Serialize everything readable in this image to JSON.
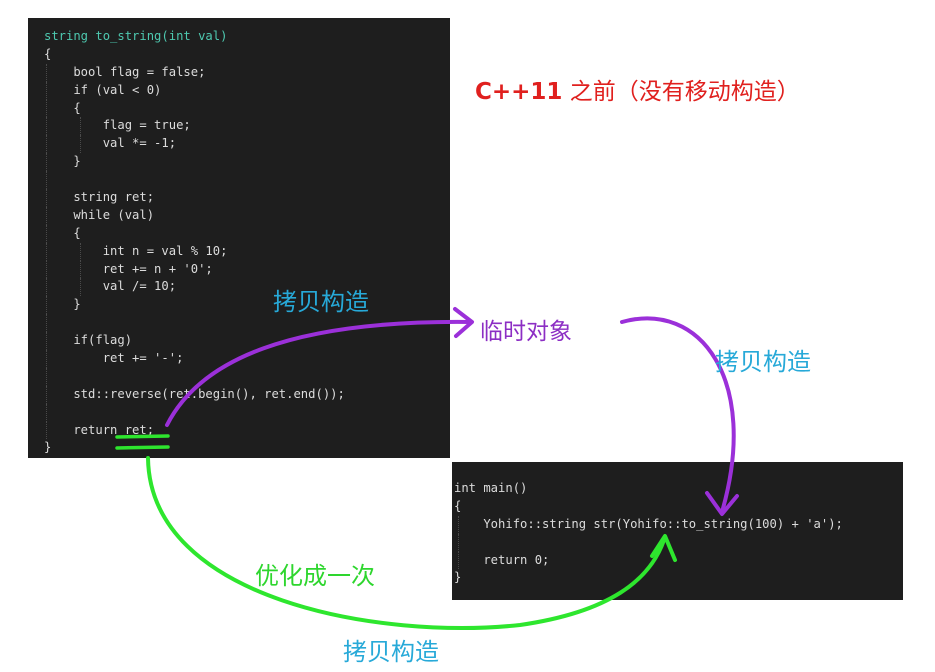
{
  "title": {
    "prefix": "C++11",
    "suffix": " 之前（没有移动构造）"
  },
  "labels": {
    "copy_construct_1": "拷贝构造",
    "temp_object": "临时对象",
    "copy_construct_2": "拷贝构造",
    "optimized_once": "优化成一次",
    "copy_construct_3": "拷贝构造"
  },
  "code_to_string": {
    "lines": [
      "string to_string(int val)",
      "{",
      "    bool flag = false;",
      "    if (val < 0)",
      "    {",
      "        flag = true;",
      "        val *= -1;",
      "    }",
      "",
      "    string ret;",
      "    while (val)",
      "    {",
      "        int n = val % 10;",
      "        ret += n + '0';",
      "        val /= 10;",
      "    }",
      "",
      "    if(flag)",
      "        ret += '-';",
      "",
      "    std::reverse(ret.begin(), ret.end());",
      "",
      "    return ret;",
      "}"
    ]
  },
  "code_main": {
    "lines": [
      "int main()",
      "{",
      "    Yohifo::string str(Yohifo::to_string(100) + 'a');",
      "",
      "    return 0;",
      "}"
    ]
  },
  "colors": {
    "title_red": "#e0201e",
    "copy_label_blue": "#27a9d8",
    "temp_arrow_purple": "#9b30d9",
    "optimize_arrow_green": "#2ee62e",
    "code_background": "#1e1e1e"
  }
}
